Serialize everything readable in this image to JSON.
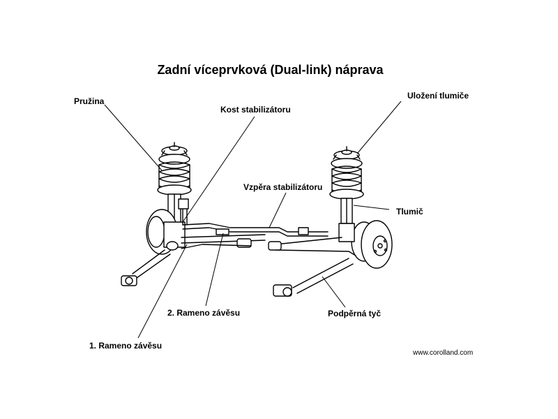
{
  "title": "Zadní víceprvková (Dual-link) náprava",
  "labels": {
    "spring": "Pružina",
    "stabilizer_bar": "Kost stabilizátoru",
    "strut_mount": "Uložení tlumiče",
    "stabilizer_link": "Vzpěra stabilizátoru",
    "shock_absorber": "Tlumič",
    "arm_2": "2. Rameno závěsu",
    "arm_1": "1. Rameno závěsu",
    "strut_rod": "Podpěrná tyč"
  },
  "credit": "www.corolland.com"
}
